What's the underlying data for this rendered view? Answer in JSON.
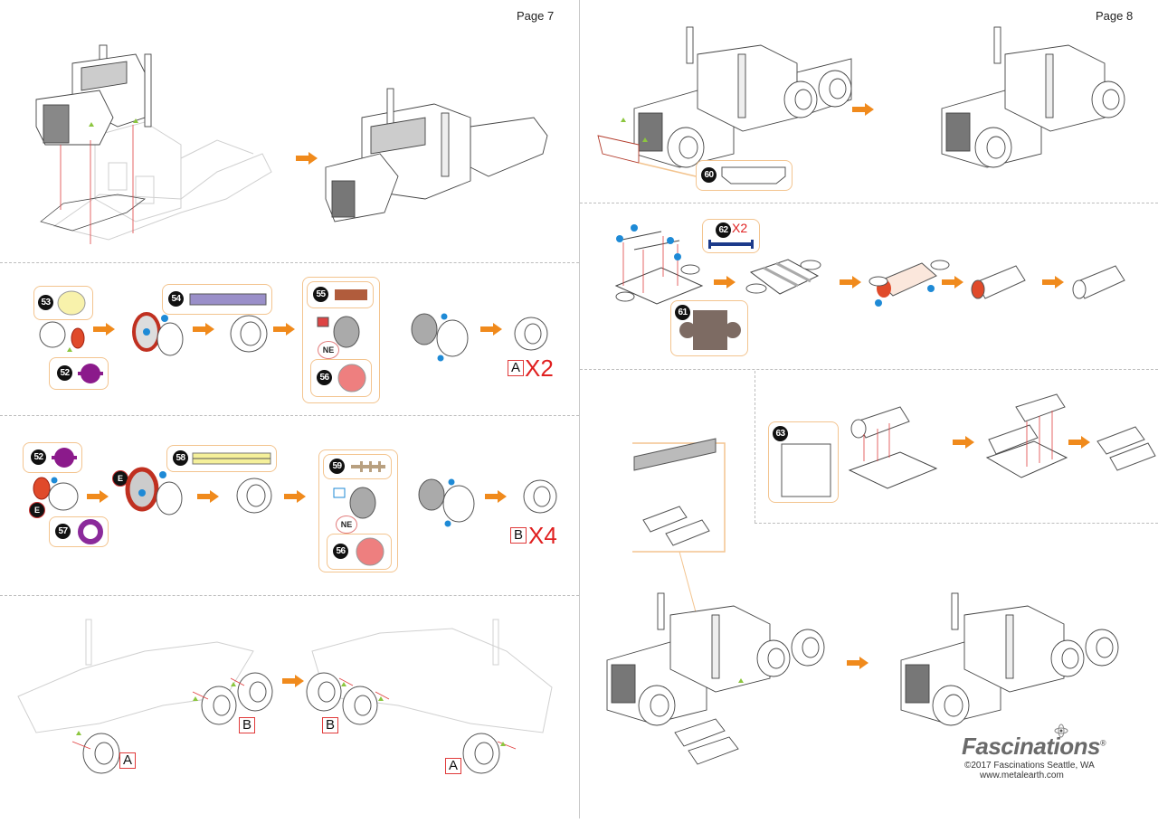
{
  "pages": [
    {
      "label": "Page 7"
    },
    {
      "label": "Page 8"
    }
  ],
  "page7": {
    "steps": {
      "cab_mount": {
        "description": "Attach cab to chassis"
      },
      "wheel_a": {
        "parts": [
          "53",
          "54",
          "52",
          "55",
          "56"
        ],
        "marker_ne": "NE",
        "result_tag": "A",
        "result_qty": "X2"
      },
      "wheel_b": {
        "parts": [
          "52",
          "57",
          "58",
          "59",
          "56"
        ],
        "marker_e": "E",
        "marker_ne": "NE",
        "result_tag": "B",
        "result_qty": "X4"
      },
      "wheel_install": {
        "tag_a": "A",
        "tag_b": "B"
      }
    }
  },
  "page8": {
    "steps": {
      "bumper": {
        "part": "60"
      },
      "fuel_tank": {
        "part_bracket": "62",
        "bracket_qty": "X2",
        "part_plate": "61"
      },
      "tank_platform": {
        "part": "63"
      },
      "tank_install": {}
    }
  },
  "footer": {
    "brand": "Fascinations",
    "registered": "®",
    "copyright": "©2017 Fascinations Seattle, WA",
    "url": "www.metalearth.com"
  },
  "colors": {
    "arrow": "#f08a1c",
    "callout_border": "#f3c48f",
    "accent_red": "#e02020",
    "part_purple": "#8b1a8b",
    "part_lavender": "#9a8fc9",
    "part_yellow": "#f5f09a",
    "part_pink": "#ee7f7f",
    "part_brown": "#b15c3c",
    "part_navy": "#1c3a8a",
    "part_grey_brown": "#7d6b63",
    "marker_blue": "#1e8ad6",
    "marker_green": "#8cc63f"
  }
}
